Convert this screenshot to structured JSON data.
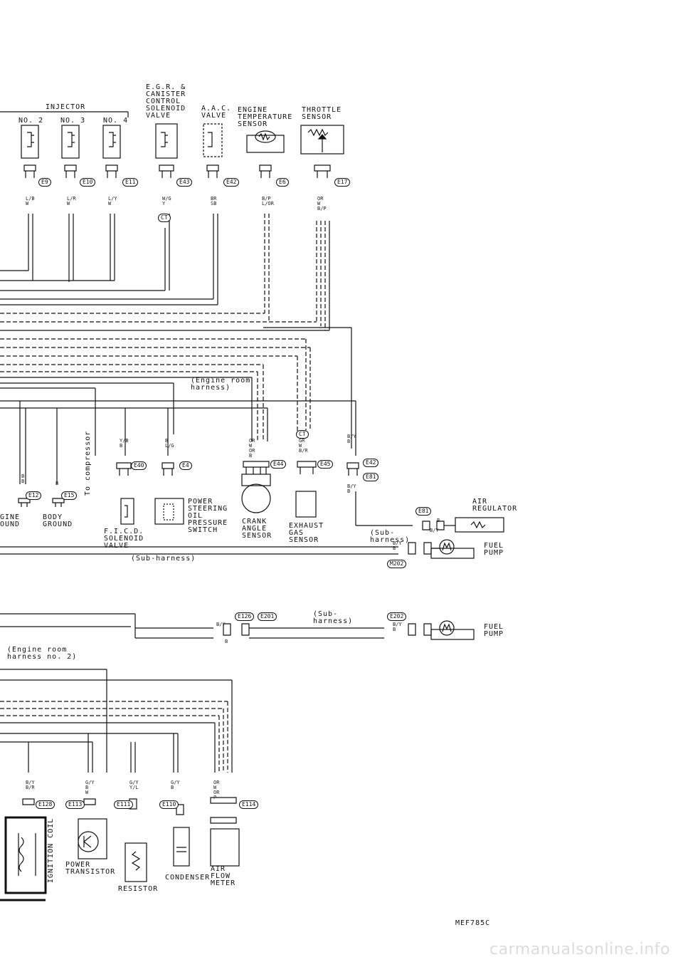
{
  "components": {
    "injector_group": "INJECTOR",
    "inj_no2": "No. 2",
    "inj_no3": "No. 3",
    "inj_no4": "No. 4",
    "egr_valve": "E.G.R. &\nCANISTER\nCONTROL\nSOLENOID\nVALVE",
    "aac_valve": "A.A.C.\nVALVE",
    "eng_temp_sensor": "ENGINE\nTEMPERATURE\nSENSOR",
    "throttle_sensor": "THROTTLE\nSENSOR",
    "engine_ground": "GINE\nOUND",
    "body_ground": "BODY\nGROUND",
    "to_compressor": "To compressor",
    "fico_valve": "F.I.C.D.\nSOLENOID\nVALVE",
    "ps_switch": "POWER\nSTEERING\nOIL\nPRESSURE\nSWITCH",
    "crank_sensor": "CRANK\nANGLE\nSENSOR",
    "exhaust_sensor": "EXHAUST\nGAS\nSENSOR",
    "air_regulator": "AIR\nREGULATOR",
    "fuel_pump_1": "FUEL\nPUMP",
    "fuel_pump_2": "FUEL\nPUMP",
    "ignition_coil": "IGNITION\nCOIL",
    "power_transistor": "POWER\nTRANSISTOR",
    "resistor": "RESISTOR",
    "condenser": "CONDENSER",
    "air_flow_meter": "AIR\nFLOW\nMETER"
  },
  "harness_labels": {
    "engine_room": "(Engine room\nharness)",
    "sub_harness_1": "(Sub-\nharness)",
    "sub_harness_2": "(Sub-harness)",
    "sub_harness_3": "(Sub-\nharness)",
    "engine_room_2": "(Engine room\nharness no. 2)"
  },
  "connectors": {
    "e9": "E9",
    "e10": "E10",
    "e11": "E11",
    "e43": "E43",
    "e42_top": "E42",
    "e6": "E6",
    "e17": "E17",
    "e12": "E12",
    "e15": "E15",
    "e40": "E40",
    "e4": "E4",
    "e44": "E44",
    "e45": "E45",
    "e42": "E42",
    "e81a": "E81",
    "e81b": "E81",
    "m202": "M202",
    "e126": "E126",
    "e201": "E201",
    "e202": "E202",
    "e128": "E128",
    "e113": "E113",
    "e111": "E111",
    "e110": "E110",
    "e114": "E114",
    "ct1": "CT",
    "ct2": "CT"
  },
  "wire_codes": {
    "inj2": "L/B\nW",
    "inj3": "L/R\nW",
    "inj4": "L/Y\nW",
    "egr": "W/G\nY",
    "aac": "BR\nSB",
    "temp": "B/P\nL/OR",
    "throttle": "OR\nW\nB/P",
    "eng_gnd": "B\nB",
    "body_gnd": "B",
    "fico": "Y/B\nB",
    "psw": "B\nL/G",
    "crank": "OR\nW\nOR\nB",
    "exh": "GR\nW\nB/R",
    "air_reg": "B/Y\nB",
    "air_reg2": "B/Y\nB",
    "fp1": "B/Y\nB",
    "sub_by": "B/Y",
    "sub_b": "B",
    "ign": "B/Y\nB/R",
    "ptr": "G/Y\nB\nW",
    "res": "G/Y\nY/L",
    "cond": "G/Y\nB",
    "afm": "OR\nW\nOR\nP",
    "fp2": "B/Y\nB",
    "reg_by": "B/Y",
    "reg_b": "B"
  },
  "ref_code": "MEF785C",
  "watermark": "carmanualsonline.info"
}
